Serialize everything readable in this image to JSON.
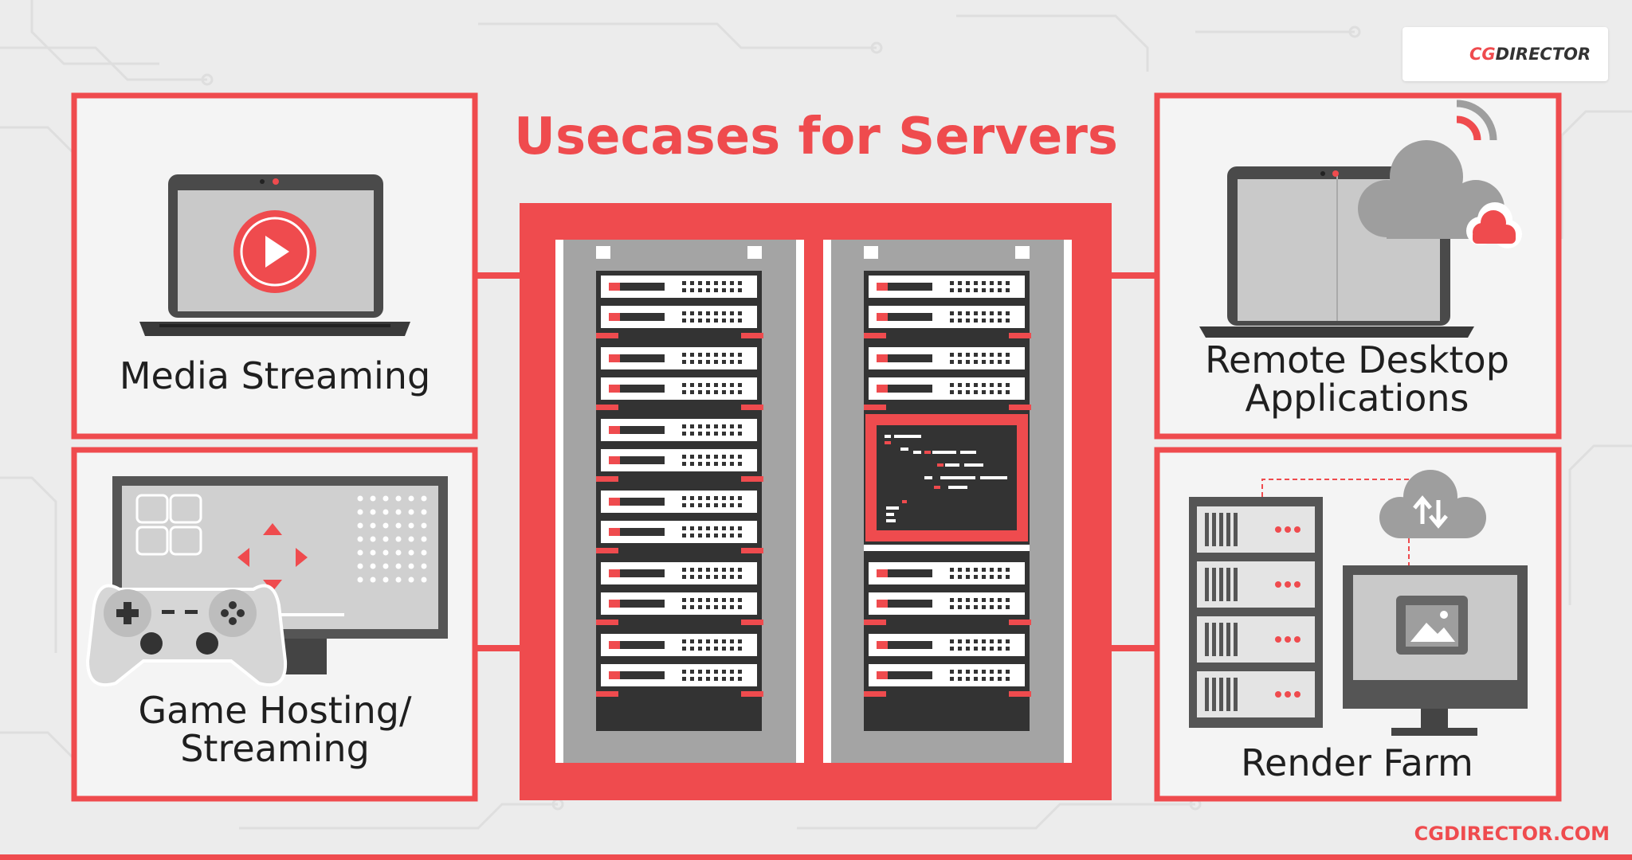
{
  "title": "Usecases for Servers",
  "brand": {
    "logo_prefix": "CG",
    "logo_suffix": "DIRECTOR",
    "footer_url": "CGDIRECTOR.COM"
  },
  "usecases": [
    {
      "id": "media",
      "label": "Media Streaming",
      "icon": "laptop-play-icon"
    },
    {
      "id": "game",
      "label_line1": "Game Hosting/",
      "label_line2": "Streaming",
      "icon": "monitor-gamepad-icon"
    },
    {
      "id": "remote",
      "label_line1": "Remote Desktop",
      "label_line2": "Applications",
      "icon": "laptop-cloud-icon"
    },
    {
      "id": "render",
      "label": "Render Farm",
      "icon": "server-cloud-monitor-icon"
    }
  ],
  "colors": {
    "accent": "#ef4b4e",
    "dark": "#333333",
    "gray": "#9e9e9e",
    "light_gray": "#c8c8c8",
    "background": "#ececec"
  }
}
